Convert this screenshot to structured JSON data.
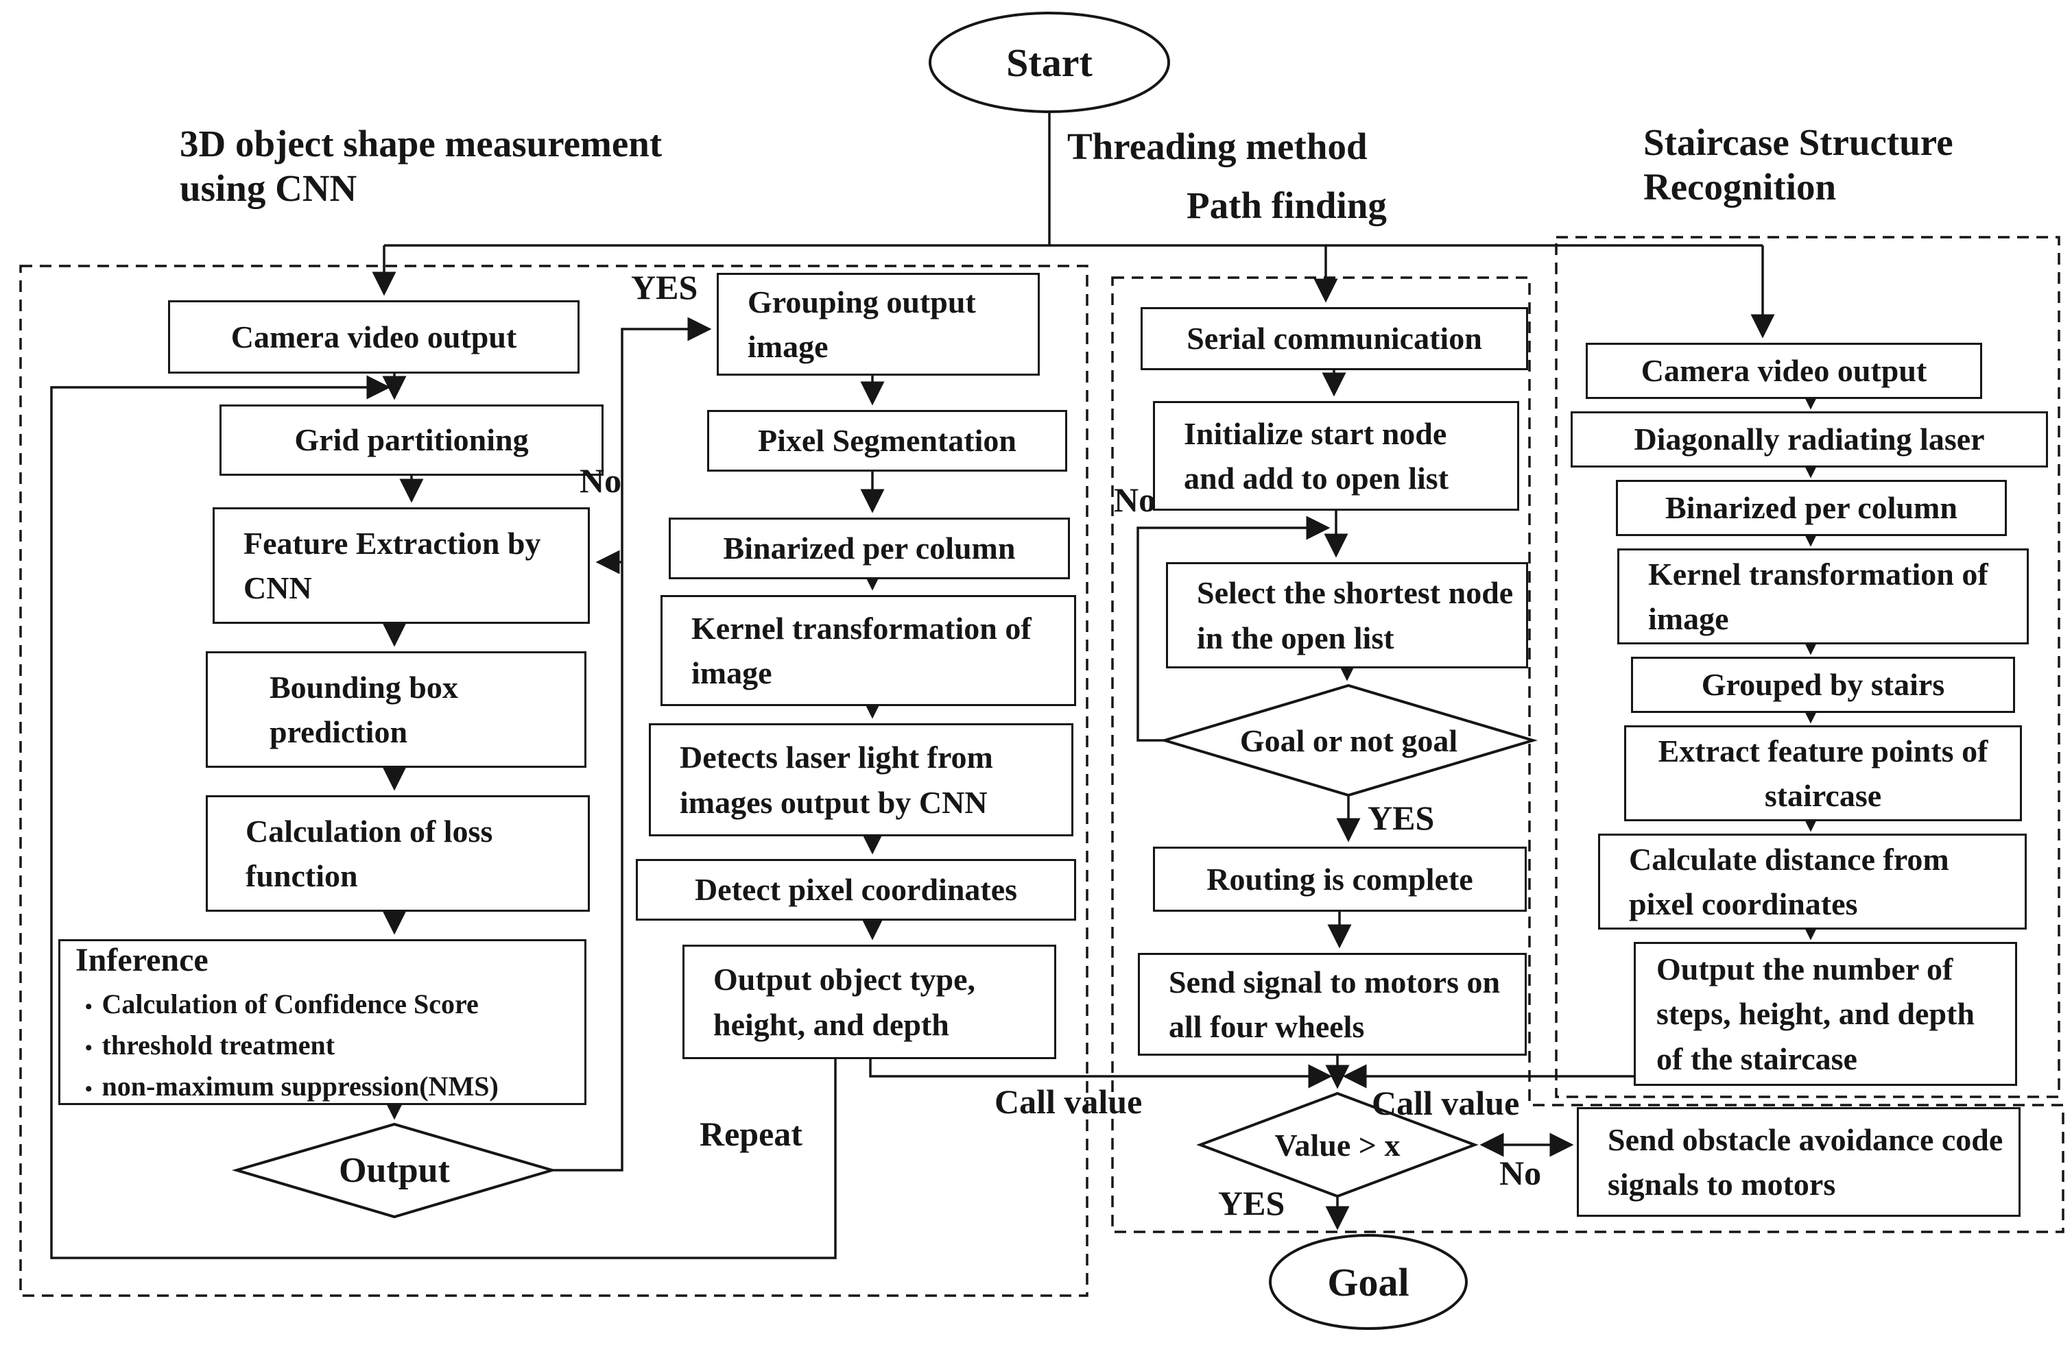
{
  "headings": {
    "cnn": "3D object shape measurement\nusing CNN",
    "threading": "Threading method",
    "path": "Path finding",
    "staircase": "Staircase Structure\nRecognition"
  },
  "terminals": {
    "start": "Start",
    "goal": "Goal"
  },
  "cnn_column": [
    "Camera video output",
    "Grid partitioning",
    "Feature Extraction by CNN",
    "Bounding box prediction",
    "Calculation of loss function"
  ],
  "inference": {
    "title": "Inference",
    "bullet_icon": "•",
    "bullets": [
      "Calculation of Confidence Score",
      "threshold treatment",
      "non-maximum suppression(NMS)"
    ]
  },
  "cnn_output_diamond": "Output",
  "measure_column": [
    "Grouping output image",
    "Pixel Segmentation",
    "Binarized per column",
    "Kernel transformation of image",
    "Detects laser light from images output by CNN",
    "Detect pixel coordinates",
    "Output object type, height, and depth"
  ],
  "path_column": [
    "Serial communication",
    "Initialize start node and add to open list",
    "Select the shortest node in the open list",
    "Routing is complete",
    "Send signal to motors on all four wheels"
  ],
  "path_diamonds": {
    "goal_check": "Goal or not goal",
    "value_check": "Value > x"
  },
  "stair_column": [
    "Camera video output",
    "Diagonally radiating laser",
    "Binarized per column",
    "Kernel transformation of image",
    "Grouped by stairs",
    "Extract feature points of staircase",
    "Calculate distance from pixel coordinates",
    "Output the number of steps, height, and depth of the staircase"
  ],
  "obstacle_box": "Send obstacle avoidance code signals to motors",
  "edge_labels": {
    "yes_cnn": "YES",
    "no_cnn": "No",
    "repeat": "Repeat",
    "call_value_left": "Call value",
    "call_value_right": "Call value",
    "no_path": "No",
    "yes_path": "YES",
    "yes_value": "YES",
    "no_value": "No"
  }
}
